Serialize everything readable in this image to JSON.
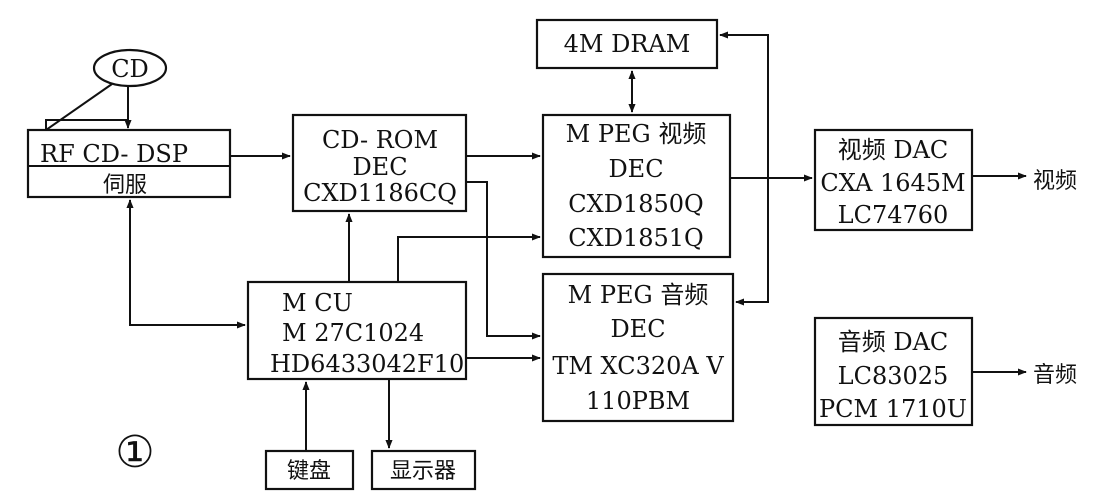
{
  "cd": "CD",
  "cd_dsp": {
    "line1": "RF  CD- DSP",
    "line2": "伺服"
  },
  "cdrom_dec": {
    "line1": "CD- ROM",
    "line2": "DEC",
    "line3": "CXD1186CQ"
  },
  "dram": "4M  DRAM",
  "mpeg_video": {
    "line1": "M PEG 视频",
    "line2": "DEC",
    "line3": "CXD1850Q",
    "line4": "CXD1851Q"
  },
  "video_dac": {
    "line1": "视频  DAC",
    "line2": "CXA 1645M",
    "line3": "LC74760"
  },
  "video_out": "视频",
  "mcu": {
    "line1": "M CU",
    "line2": "M 27C1024",
    "line3": "HD6433042F10"
  },
  "mpeg_audio": {
    "line1": "M PEG 音频",
    "line2": "DEC",
    "line3": "TM XC320A V",
    "line4": "110PBM"
  },
  "audio_dac": {
    "line1": "音频  DAC",
    "line2": "LC83025",
    "line3": "PCM 1710U"
  },
  "audio_out": "音频",
  "keyboard": "键盘",
  "display": "显示器",
  "figure_number": "①"
}
